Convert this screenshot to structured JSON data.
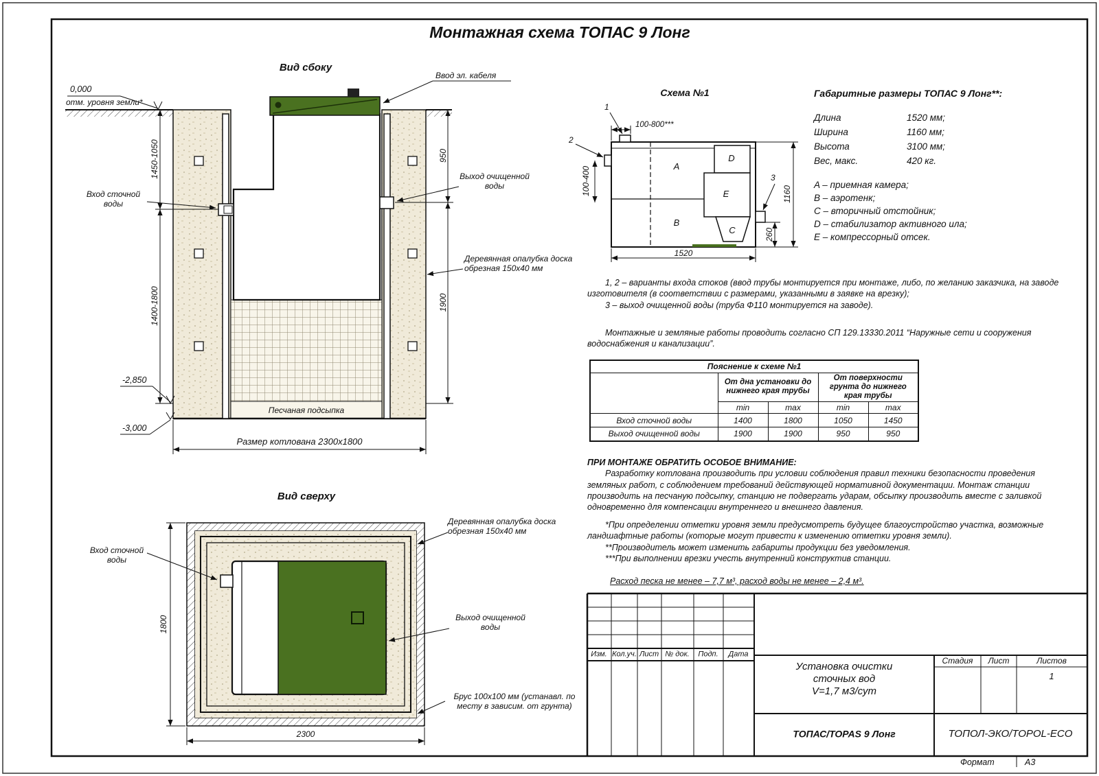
{
  "page": {
    "title": "Монтажная схема ТОПАС 9 Лонг",
    "format_label": "Формат",
    "format_value": "А3"
  },
  "colors": {
    "green": "#4a7120",
    "green_dark": "#1c3009",
    "beige": "#f0ead9",
    "line": "#111111"
  },
  "side_view": {
    "title": "Вид сбоку",
    "ground_mark": "0,000",
    "ground_note": "отм. уровня земли*",
    "cable_label": "Ввод эл. кабеля",
    "inlet_label": "Вход сточной воды",
    "outlet_label": "Выход очищенной воды",
    "formwork_label": "Деревянная опалубка доска обрезная 150x40 мм",
    "sand_label": "Песчаная подсыпка",
    "elev_sand": "-2,850",
    "elev_bottom": "-3,000",
    "pit_dim": "Размер котлована 2300x1800",
    "dim_left_top": "1450-1050",
    "dim_left_bottom": "1400-1800",
    "dim_right_top": "950",
    "dim_right_bottom": "1900"
  },
  "scheme": {
    "title": "Схема №1",
    "dim_top": "100-800***",
    "dim_left": "100-400",
    "dim_bottom": "1520",
    "dim_right": "1160",
    "dim_outlet": "260",
    "marker_1": "1",
    "marker_2": "2",
    "marker_3": "3",
    "comp_a": "A",
    "comp_b": "B",
    "comp_c": "C",
    "comp_d": "D",
    "comp_e": "E"
  },
  "dimensions": {
    "title": "Габаритные размеры ТОПАС 9 Лонг**:",
    "rows": [
      {
        "label": "Длина",
        "value": "1520 мм;"
      },
      {
        "label": "Ширина",
        "value": "1160 мм;"
      },
      {
        "label": "Высота",
        "value": "3100 мм;"
      },
      {
        "label": "Вес, макс.",
        "value": "420 кг."
      }
    ],
    "legend": [
      "A – приемная камера;",
      "B – аэротенк;",
      "C – вторичный отстойник;",
      "D – стабилизатор активного ила;",
      "E – компрессорный отсек."
    ]
  },
  "notes": {
    "variants_1": "1, 2 – варианты входа  стоков (ввод трубы монтируется при монтаже, либо, по желанию заказчика, на заводе изготовителя (в соответствии с размерами, указанными в заявке на врезку);",
    "variants_2": "3 – выход очищенной воды (труба Ф110 монтируется на заводе).",
    "sp_note": "Монтажные и земляные работы проводить согласно СП 129.13330.2011 “Наружные сети и сооружения водоснабжения и канализации”.",
    "attention_title": "ПРИ МОНТАЖЕ ОБРАТИТЬ ОСОБОЕ ВНИМАНИЕ:",
    "attention_body": "Разработку котлована производить при условии соблюдения правил техники безопасности проведения земляных работ, с соблюдением требований действующей нормативной документации. Монтаж станции производить на песчаную подсыпку, станцию не подвергать ударам, обсыпку производить вместе с заливкой одновременно для компенсации внутреннего и внешнего давления.",
    "footnote_1": "*При определении отметки уровня земли предусмотреть будущее благоустройство участка, возможные ландшафтные работы (которые могут привести к изменению отметки уровня земли).",
    "footnote_2": "**Производитель может изменить габариты продукции без уведомления.",
    "footnote_3": "***При выполнении врезки учесть внутренний конструктив станции.",
    "consumption": "Расход песка не менее – 7,7 м³, расход воды не менее – 2,4 м³."
  },
  "table": {
    "title": "Пояснение к схеме №1",
    "col_group_1": "От дна установки до нижнего края трубы",
    "col_group_2": "От поверхности грунта до нижнего края трубы",
    "min": "min",
    "max": "max",
    "rows": [
      {
        "label": "Вход сточной воды",
        "v1": "1400",
        "v2": "1800",
        "v3": "1050",
        "v4": "1450"
      },
      {
        "label": "Выход очищенной воды",
        "v1": "1900",
        "v2": "1900",
        "v3": "950",
        "v4": "950"
      }
    ]
  },
  "top_view": {
    "title": "Вид сверху",
    "inlet_label": "Вход сточной воды",
    "formwork_label": "Деревянная опалубка доска обрезная 150x40 мм",
    "outlet_label": "Выход очищенной воды",
    "beam_label": "Брус 100x100 мм (устанавл. по месту в зависим. от грунта)",
    "dim_left": "1800",
    "dim_bottom": "2300"
  },
  "title_block": {
    "col_headers": [
      "Изм.",
      "Кол.уч.",
      "Лист",
      "№ док.",
      "Подп.",
      "Дата"
    ],
    "doc_name_1": "Установка очистки",
    "doc_name_2": "сточных вод",
    "doc_name_3": "V=1,7 м3/сут",
    "stage_label": "Стадия",
    "sheet_label": "Лист",
    "sheets_label": "Листов",
    "sheets_value": "1",
    "product": "ТОПАС/TOPAS 9 Лонг",
    "company": "ТОПОЛ-ЭКО/TOPOL-ECO"
  }
}
